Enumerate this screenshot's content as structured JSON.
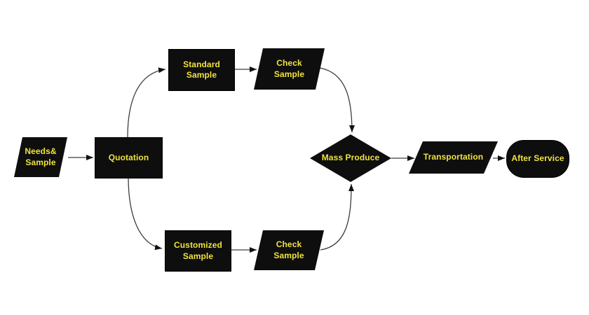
{
  "diagram": {
    "title": "",
    "background_color": "#ffffff",
    "node_fill_color": "#0e0e0e",
    "node_text_color": "#f0e33c",
    "connector_color": "#3d3d3d",
    "arrowhead_color": "#111111",
    "nodes": {
      "needs_sample": {
        "label": "Needs&\nSample",
        "shape": "parallelogram"
      },
      "quotation": {
        "label": "Quotation",
        "shape": "rectangle"
      },
      "standard_sample": {
        "label": "Standard\nSample",
        "shape": "rectangle"
      },
      "check_sample_top": {
        "label": "Check\nSample",
        "shape": "parallelogram"
      },
      "customized_sample": {
        "label": "Customized\nSample",
        "shape": "rectangle"
      },
      "check_sample_bottom": {
        "label": "Check\nSample",
        "shape": "parallelogram"
      },
      "mass_produce": {
        "label": "Mass Produce",
        "shape": "diamond"
      },
      "transportation": {
        "label": "Transportation",
        "shape": "parallelogram"
      },
      "after_service": {
        "label": "After Service",
        "shape": "terminator"
      }
    },
    "edges": [
      {
        "from": "needs_sample",
        "to": "quotation",
        "style": "straight"
      },
      {
        "from": "quotation",
        "to": "standard_sample",
        "style": "curved-up"
      },
      {
        "from": "quotation",
        "to": "customized_sample",
        "style": "curved-down"
      },
      {
        "from": "standard_sample",
        "to": "check_sample_top",
        "style": "straight"
      },
      {
        "from": "customized_sample",
        "to": "check_sample_bottom",
        "style": "straight"
      },
      {
        "from": "check_sample_top",
        "to": "mass_produce",
        "style": "curved-down"
      },
      {
        "from": "check_sample_bottom",
        "to": "mass_produce",
        "style": "curved-up"
      },
      {
        "from": "mass_produce",
        "to": "transportation",
        "style": "straight"
      },
      {
        "from": "transportation",
        "to": "after_service",
        "style": "straight"
      }
    ]
  }
}
